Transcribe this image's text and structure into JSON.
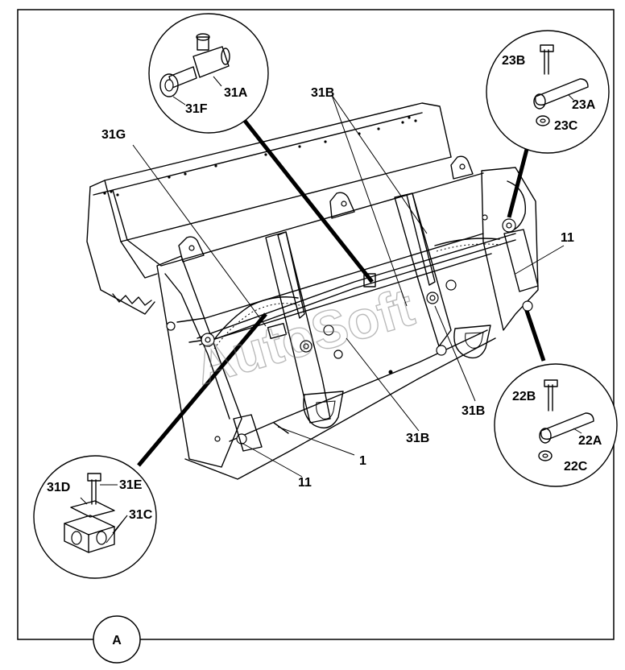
{
  "figure": {
    "view_label": "A",
    "watermark": "AutoSoft"
  },
  "callouts": {
    "l31G": "31G",
    "l31B_top": "31B",
    "l31B_right": "31B",
    "l31B_mid": "31B",
    "l11_right": "11",
    "l11_bottom": "11",
    "l1": "1",
    "l31A": "31A",
    "l31F": "31F",
    "l23B": "23B",
    "l23A": "23A",
    "l23C": "23C",
    "l22B": "22B",
    "l22A": "22A",
    "l22C": "22C",
    "l31D": "31D",
    "l31E": "31E",
    "l31C": "31C"
  }
}
